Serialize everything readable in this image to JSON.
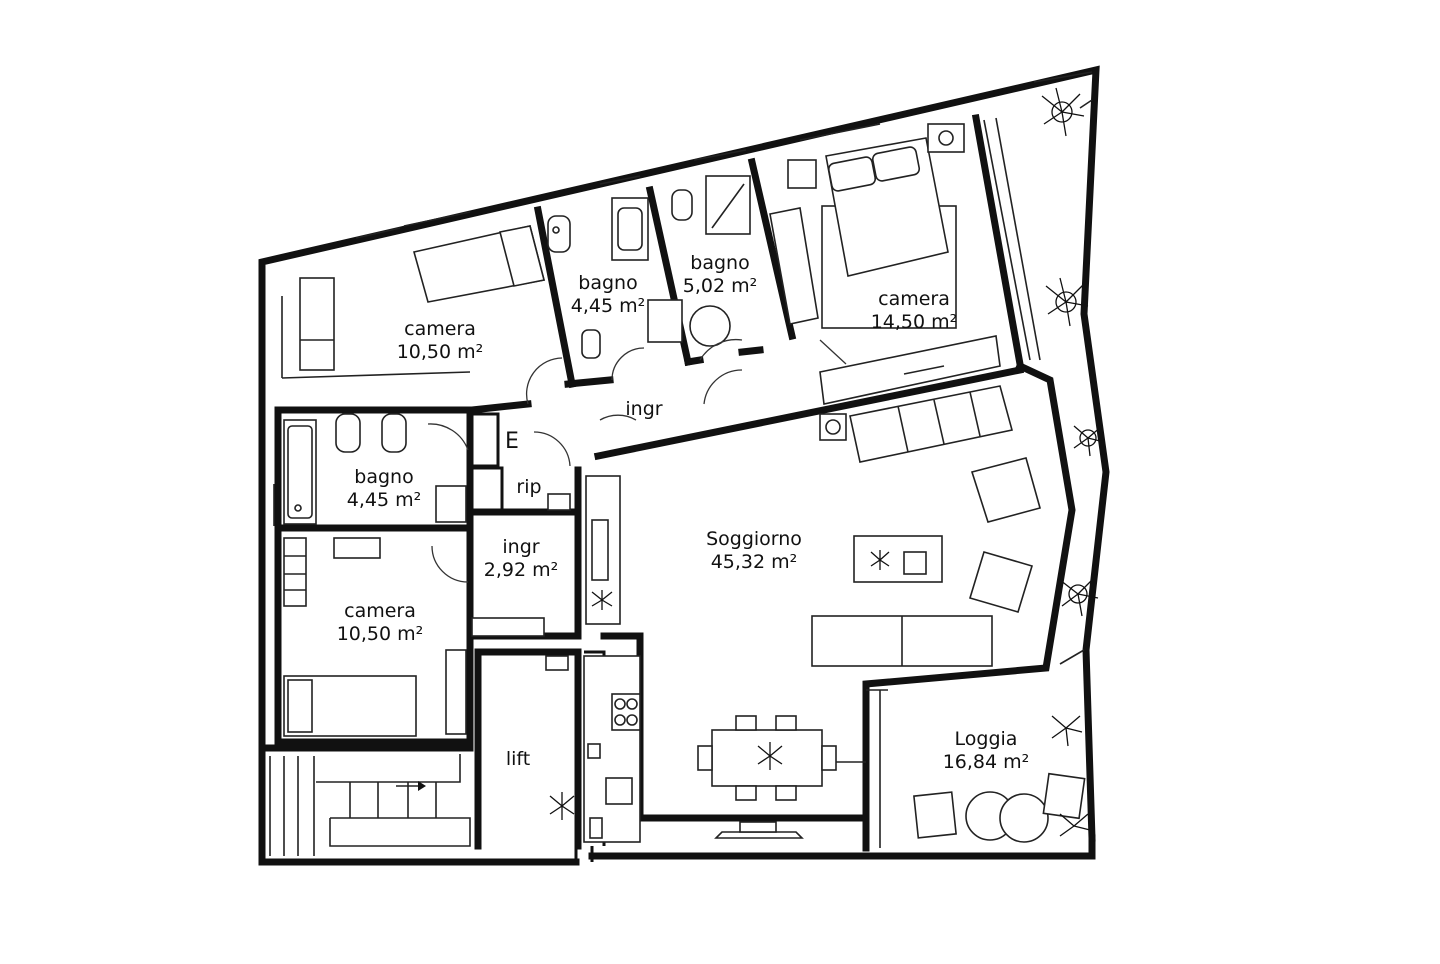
{
  "rooms": {
    "camera_nw": {
      "name": "camera",
      "area": "10,50 m²"
    },
    "bagno_a": {
      "name": "bagno",
      "area": "4,45 m²"
    },
    "bagno_b": {
      "name": "bagno",
      "area": "5,02 m²"
    },
    "camera_ne": {
      "name": "camera",
      "area": "14,50 m²"
    },
    "ingr_hall": {
      "name": "ingr"
    },
    "bagno_w": {
      "name": "bagno",
      "area": "4,45 m²"
    },
    "rip": {
      "name": "rip"
    },
    "e_cabinet": {
      "name": "E"
    },
    "ingr_small": {
      "name": "ingr",
      "area": "2,92 m²"
    },
    "soggiorno": {
      "name": "Soggiorno",
      "area": "45,32 m²"
    },
    "camera_sw": {
      "name": "camera",
      "area": "10,50 m²"
    },
    "lift": {
      "name": "lift"
    },
    "loggia": {
      "name": "Loggia",
      "area": "16,84 m²"
    }
  }
}
